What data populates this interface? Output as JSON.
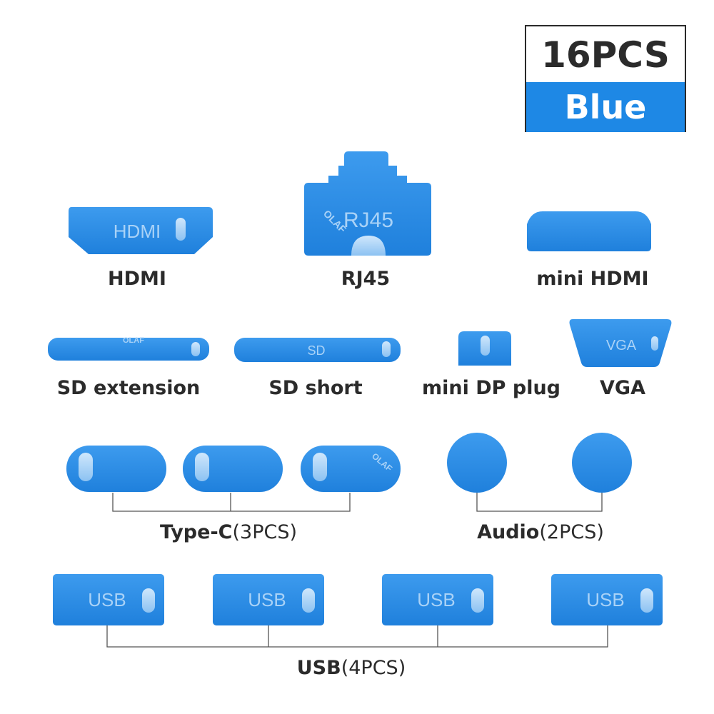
{
  "badge": {
    "count": "16PCS",
    "color_name": "Blue",
    "color_hex": "#1e88e5"
  },
  "plug_color": "#2f8fe6",
  "labels": {
    "hdmi": "HDMI",
    "rj45": "RJ45",
    "mini_hdmi": "mini HDMI",
    "sd_extension": "SD extension",
    "sd_short": "SD short",
    "mini_dp": "mini DP plug",
    "vga": "VGA"
  },
  "groups": {
    "typec": {
      "name": "Type-C",
      "qty": "(3PCS)"
    },
    "audio": {
      "name": "Audio",
      "qty": "(2PCS)"
    },
    "usb": {
      "name": "USB",
      "qty": "(4PCS)"
    }
  },
  "embossed": {
    "hdmi": "HDMI",
    "rj45": "RJ45",
    "sd": "SD",
    "vga": "VGA",
    "usb": "USB"
  },
  "watermark": "OLAF"
}
